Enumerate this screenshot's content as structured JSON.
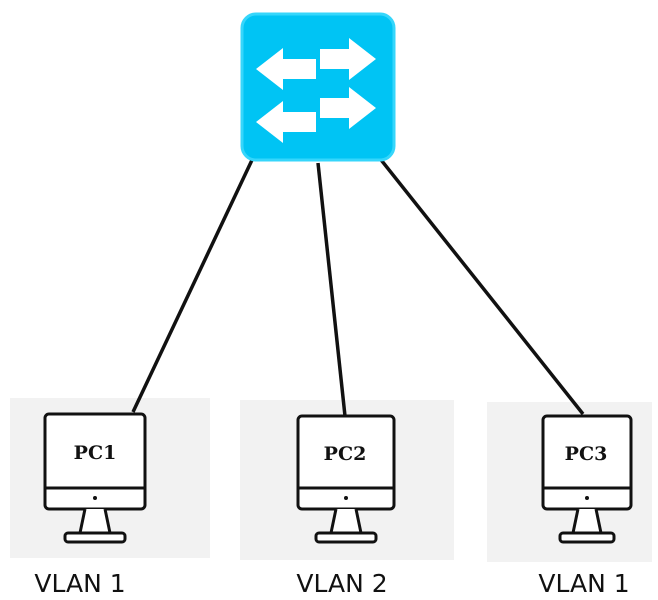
{
  "colors": {
    "switch_fill": "#00c4f4",
    "switch_border": "#36d6fb",
    "arrow_fill": "#ffffff",
    "link_color": "#111111",
    "pc_panel": "#f2f2f2",
    "monitor_stroke": "#111111"
  },
  "switch": {
    "icon": "network-switch-icon"
  },
  "pcs": [
    {
      "label": "PC1",
      "vlan": "VLAN 1",
      "icon": "desktop-monitor-icon"
    },
    {
      "label": "PC2",
      "vlan": "VLAN 2",
      "icon": "desktop-monitor-icon"
    },
    {
      "label": "PC3",
      "vlan": "VLAN 1",
      "icon": "desktop-monitor-icon"
    }
  ]
}
